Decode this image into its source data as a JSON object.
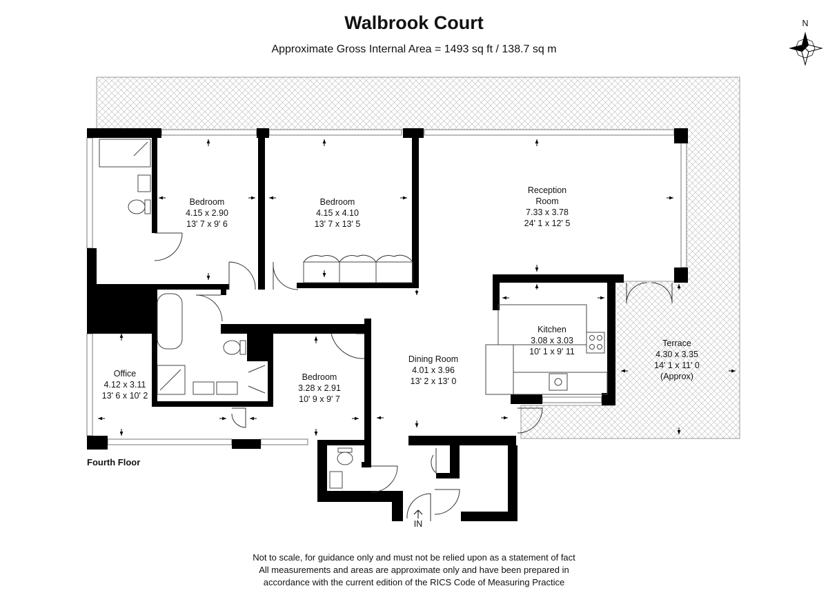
{
  "header": {
    "title": "Walbrook Court",
    "subtitle": "Approximate Gross Internal Area = 1493 sq ft / 138.7 sq m"
  },
  "compass": {
    "label": "N",
    "icon": "compass-rose-icon"
  },
  "floor_label": "Fourth Floor",
  "entrance_label": "IN",
  "rooms": {
    "bedroom1": {
      "name": "Bedroom",
      "metric": "4.15 x 2.90",
      "imperial": "13' 7 x 9' 6"
    },
    "bedroom2": {
      "name": "Bedroom",
      "metric": "4.15 x 4.10",
      "imperial": "13' 7 x 13' 5"
    },
    "reception": {
      "name_line1": "Reception",
      "name_line2": "Room",
      "metric": "7.33 x 3.78",
      "imperial": "24' 1 x 12' 5"
    },
    "kitchen": {
      "name": "Kitchen",
      "metric": "3.08 x 3.03",
      "imperial": "10' 1 x 9' 11"
    },
    "terrace": {
      "name": "Terrace",
      "metric": "4.30 x 3.35",
      "imperial": "14' 1 x 11' 0",
      "note": "(Approx)"
    },
    "dining": {
      "name": "Dining Room",
      "metric": "4.01 x 3.96",
      "imperial": "13' 2 x 13' 0"
    },
    "bedroom3": {
      "name": "Bedroom",
      "metric": "3.28 x 2.91",
      "imperial": "10' 9 x 9' 7"
    },
    "office": {
      "name": "Office",
      "metric": "4.12 x 3.11",
      "imperial": "13' 6 x 10' 2"
    }
  },
  "disclaimer": {
    "line1": "Not to scale, for guidance only and must not be relied upon as a statement of fact",
    "line2": "All measurements and areas are approximate only and have been prepared in",
    "line3": "accordance with the current edition of the RICS Code of Measuring Practice"
  },
  "colors": {
    "wall": "#000000",
    "hatch": "#b8b8b8",
    "background": "#ffffff"
  }
}
